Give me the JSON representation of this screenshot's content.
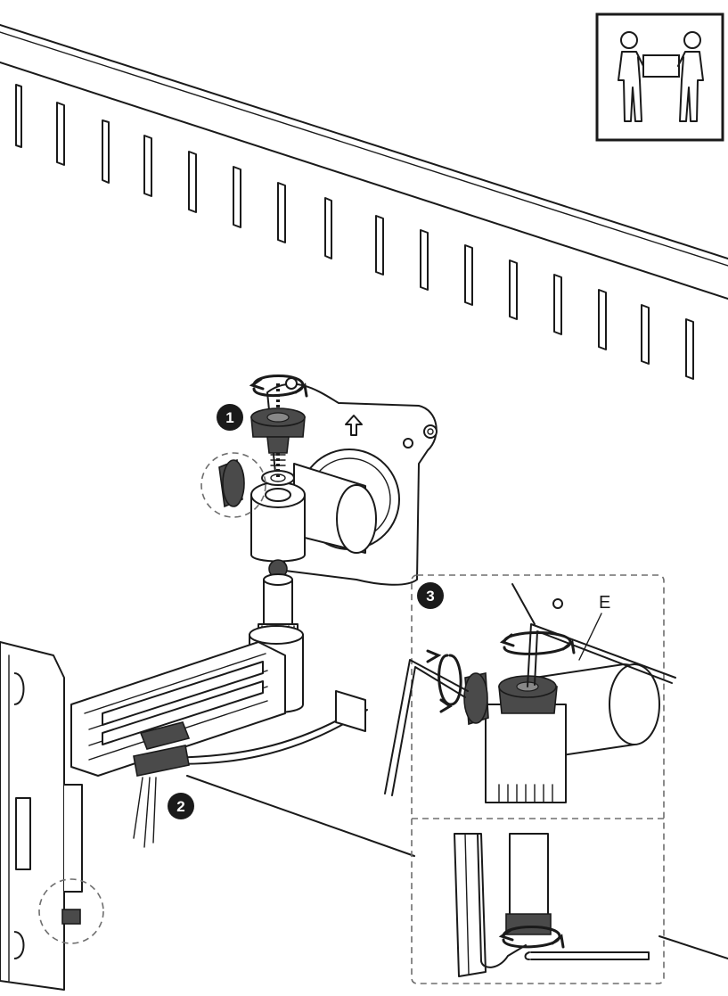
{
  "steps": {
    "step1": "1",
    "step2": "2",
    "step3": "3"
  },
  "callouts": {
    "allen_key": "E"
  },
  "icons": {
    "two_person_lift": "two-person-lift-icon"
  },
  "colors": {
    "line": "#1a1a1a",
    "knob_fill": "#4a4a4a",
    "dash": "#6e6e6e",
    "background": "#ffffff"
  }
}
